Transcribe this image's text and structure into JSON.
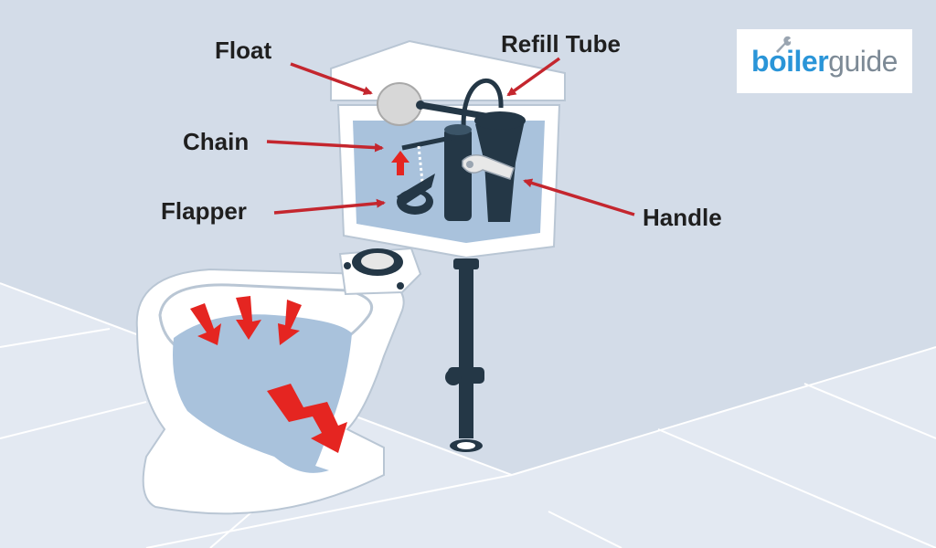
{
  "labels": {
    "float": "Float",
    "refill_tube": "Refill Tube",
    "chain": "Chain",
    "flapper": "Flapper",
    "handle": "Handle"
  },
  "logo": {
    "part1": "boiler",
    "part2": "guide"
  },
  "colors": {
    "wall": "#d3dce8",
    "floor": "#e3e9f2",
    "water": "#a9c2dc",
    "dark_parts": "#243746",
    "arrow": "#c4262e",
    "flow_arrow": "#e52521",
    "logo_blue": "#2a95d8",
    "logo_gray": "#7d8a96"
  }
}
